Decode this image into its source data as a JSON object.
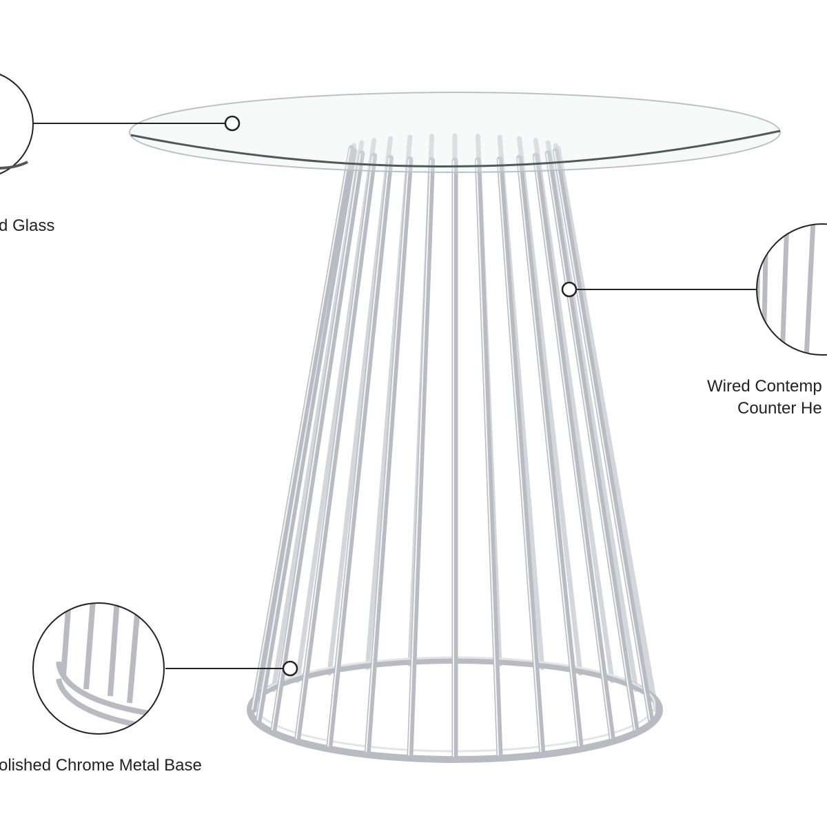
{
  "callouts": {
    "glass": {
      "text": "d Glass"
    },
    "wired": {
      "line1": "Wired Contemp",
      "line2": "Counter He"
    },
    "base": {
      "text": "olished Chrome Metal Base"
    }
  },
  "colors": {
    "line": "#222222",
    "chrome": "#b8bcc2",
    "glass_edge": "#9fb3b0"
  }
}
